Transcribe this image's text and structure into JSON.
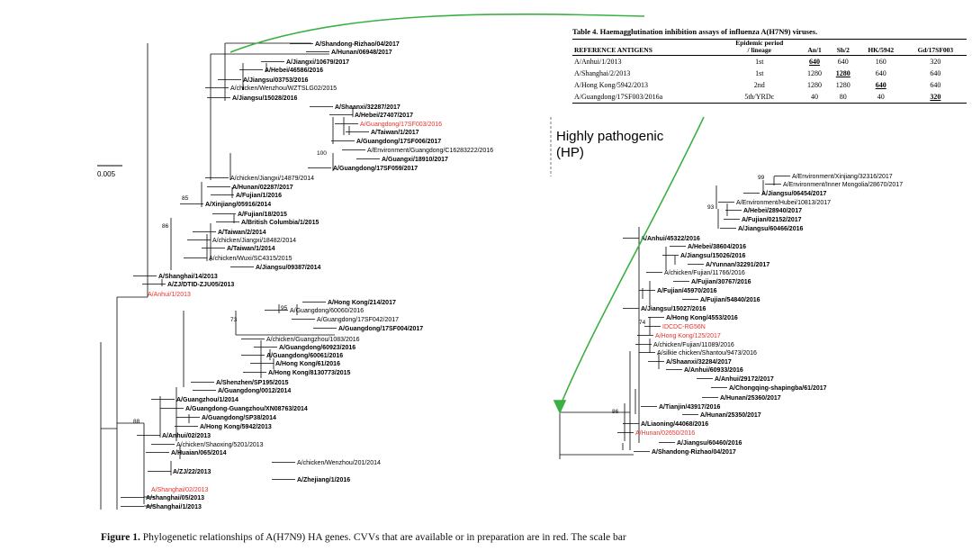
{
  "scale_bar": "0.005",
  "highlight_label": [
    "Highly pathogenic",
    "(HP)"
  ],
  "table": {
    "title": "Table 4. Haemagglutination inhibition assays of influenza A(H7N9) viruses.",
    "col_group": "Epidemic period",
    "headers": [
      "REFERENCE ANTIGENS",
      "/ lineage",
      "An/1",
      "Sh/2",
      "HK/5942",
      "Gd/17SF003"
    ],
    "rows": [
      {
        "antigen": "A/Anhui/1/2013",
        "period": "1st",
        "an": "640",
        "sh": "640",
        "hk": "160",
        "gd": "320"
      },
      {
        "antigen": "A/Shanghai/2/2013",
        "period": "1st",
        "an": "1280",
        "sh": "1280",
        "hk": "640",
        "gd": "640"
      },
      {
        "antigen": "A/Hong Kong/5942/2013",
        "period": "2nd",
        "an": "1280",
        "sh": "1280",
        "hk": "640",
        "gd": "640"
      },
      {
        "antigen": "A/Guangdong/17SF003/2016a",
        "period": "5th/YRDc",
        "an": "40",
        "sh": "80",
        "hk": "40",
        "gd": "320"
      }
    ]
  },
  "caption": {
    "label": "Figure 1.",
    "text": " Phylogenetic relationships of A(H7N9) HA genes. CVVs that are available or in preparation are in red. The scale bar"
  },
  "left_tree": [
    {
      "t": "A/Shandong-Rizhao/04/2017",
      "s": "b"
    },
    {
      "t": "A/Hunan/06948/2017",
      "s": "b"
    },
    {
      "t": "A/Jiangxi/10679/2017",
      "s": "b"
    },
    {
      "t": "A/Hebei/46586/2016",
      "s": "b"
    },
    {
      "t": "A/Jiangsu/03753/2016",
      "s": "b"
    },
    {
      "t": "A/chicken/Wenzhou/WZTSLG02/2015",
      "s": ""
    },
    {
      "t": "A/Jiangsu/15028/2016",
      "s": "b"
    },
    {
      "t": "A/Shaanxi/32287/2017",
      "s": "b"
    },
    {
      "t": "A/Hebei/27407/2017",
      "s": "b"
    },
    {
      "t": "A/Guangdong/17SF003/2016",
      "s": "r"
    },
    {
      "t": "A/Taiwan/1/2017",
      "s": "b"
    },
    {
      "t": "A/Guangdong/17SF006/2017",
      "s": "b"
    },
    {
      "t": "A/Environment/Guangdong/C16283222/2016",
      "s": ""
    },
    {
      "t": "A/Guangxi/18910/2017",
      "s": "b"
    },
    {
      "t": "A/Guangdong/17SF059/2017",
      "s": "b"
    },
    {
      "t": "A/chicken/Jiangxi/14879/2014",
      "s": ""
    },
    {
      "t": "A/Hunan/02287/2017",
      "s": "b"
    },
    {
      "t": "A/Fujian/1/2016",
      "s": "b"
    },
    {
      "t": "A/Xinjiang/05916/2014",
      "s": "b"
    },
    {
      "t": "A/Fujian/18/2015",
      "s": "b"
    },
    {
      "t": "A/British Columbia/1/2015",
      "s": "b"
    },
    {
      "t": "A/Taiwan/2/2014",
      "s": "b"
    },
    {
      "t": "A/chicken/Jiangxi/18482/2014",
      "s": ""
    },
    {
      "t": "A/Taiwan/1/2014",
      "s": "b"
    },
    {
      "t": "A/chicken/Wuxi/SC4315/2015",
      "s": ""
    },
    {
      "t": "A/Jiangsu/09387/2014",
      "s": "b"
    },
    {
      "t": "A/Shanghai/14/2013",
      "s": "b"
    },
    {
      "t": "A/ZJ/DTID-ZJU05/2013",
      "s": "b"
    },
    {
      "t": "A/Anhui/1/2013",
      "s": "r"
    },
    {
      "t": "A/Hong Kong/214/2017",
      "s": "b"
    },
    {
      "t": "A/Guangdong/60060/2016",
      "s": ""
    },
    {
      "t": "A/Guangdong/17SF042/2017",
      "s": ""
    },
    {
      "t": "A/Guangdong/17SF004/2017",
      "s": "b"
    },
    {
      "t": "A/chicken/Guangzhou/1083/2016",
      "s": ""
    },
    {
      "t": "A/Guangdong/60923/2016",
      "s": "b"
    },
    {
      "t": "A/Guangdong/60061/2016",
      "s": "b"
    },
    {
      "t": "A/Hong Kong/61/2016",
      "s": "b"
    },
    {
      "t": "A/Hong Kong/8130773/2015",
      "s": "b"
    },
    {
      "t": "A/Shenzhen/SP195/2015",
      "s": "b"
    },
    {
      "t": "A/Guangdong/0012/2014",
      "s": "b"
    },
    {
      "t": "A/Guangzhou/1/2014",
      "s": "b"
    },
    {
      "t": "A/Guangdong-Guangzhou/XN08763/2014",
      "s": "b"
    },
    {
      "t": "A/Guangdong/SP38/2014",
      "s": "b"
    },
    {
      "t": "A/Hong Kong/5942/2013",
      "s": "b"
    },
    {
      "t": "A/Anhui/02/2013",
      "s": "b"
    },
    {
      "t": "A/chicken/Shaoxing/5201/2013",
      "s": ""
    },
    {
      "t": "A/Huaian/065/2014",
      "s": "b"
    },
    {
      "t": "A/chicken/Wenzhou/201/2014",
      "s": ""
    },
    {
      "t": "A/ZJ/22/2013",
      "s": "b"
    },
    {
      "t": "A/Zhejiang/1/2016",
      "s": "b"
    },
    {
      "t": "A/Shanghai/02/2013",
      "s": "r"
    },
    {
      "t": "A/shanghai/05/2013",
      "s": "b"
    },
    {
      "t": "A/Shanghai/1/2013",
      "s": "b"
    }
  ],
  "right_tree": [
    {
      "t": "A/Environment/Xinjiang/32316/2017",
      "s": ""
    },
    {
      "t": "A/Environment/Inner Mongolia/28670/2017",
      "s": ""
    },
    {
      "t": "A/Jiangsu/06454/2017",
      "s": "b"
    },
    {
      "t": "A/Environment/Hubei/10813/2017",
      "s": ""
    },
    {
      "t": "A/Hebei/28940/2017",
      "s": "b"
    },
    {
      "t": "A/Fujian/02152/2017",
      "s": "b"
    },
    {
      "t": "A/Jiangsu/60466/2016",
      "s": "b"
    },
    {
      "t": "A/Anhui/45322/2016",
      "s": "b"
    },
    {
      "t": "A/Hebei/38604/2016",
      "s": "b"
    },
    {
      "t": "A/Jiangsu/15026/2016",
      "s": "b"
    },
    {
      "t": "A/Yunnan/32291/2017",
      "s": "b"
    },
    {
      "t": "A/chicken/Fujian/11766/2016",
      "s": ""
    },
    {
      "t": "A/Fujian/30767/2016",
      "s": "b"
    },
    {
      "t": "A/Fujian/45970/2016",
      "s": "b"
    },
    {
      "t": "A/Fujian/54840/2016",
      "s": "b"
    },
    {
      "t": "A/Jiangsu/15027/2016",
      "s": "b"
    },
    {
      "t": "A/Hong Kong/4553/2016",
      "s": "b"
    },
    {
      "t": "IDCDC-RG56N",
      "s": "r"
    },
    {
      "t": "A/Hong Kong/125/2017",
      "s": "r"
    },
    {
      "t": "A/chicken/Fujian/11089/2016",
      "s": ""
    },
    {
      "t": "A/silkie chicken/Shantou/9473/2016",
      "s": ""
    },
    {
      "t": "A/Shaanxi/32284/2017",
      "s": "b"
    },
    {
      "t": "A/Anhui/60933/2016",
      "s": "b"
    },
    {
      "t": "A/Anhui/29172/2017",
      "s": "b"
    },
    {
      "t": "A/Chongqing-shapingba/61/2017",
      "s": "b"
    },
    {
      "t": "A/Hunan/25360/2017",
      "s": "b"
    },
    {
      "t": "A/Tianjin/43917/2016",
      "s": "b"
    },
    {
      "t": "A/Hunan/25350/2017",
      "s": "b"
    },
    {
      "t": "A/Liaoning/44068/2016",
      "s": "b"
    },
    {
      "t": "A/Hunan/02650/2016",
      "s": "r"
    },
    {
      "t": "A/Jiangsu/60460/2016",
      "s": "b"
    },
    {
      "t": "A/Shandong-Rizhao/04/2017",
      "s": "b"
    }
  ],
  "left_bootstrap": [
    "100",
    "85",
    "86",
    "95",
    "73",
    "88"
  ],
  "right_bootstrap": [
    "99",
    "93",
    "74",
    "86"
  ],
  "colors": {
    "red": "#e8322b",
    "green": "#3cb043"
  }
}
